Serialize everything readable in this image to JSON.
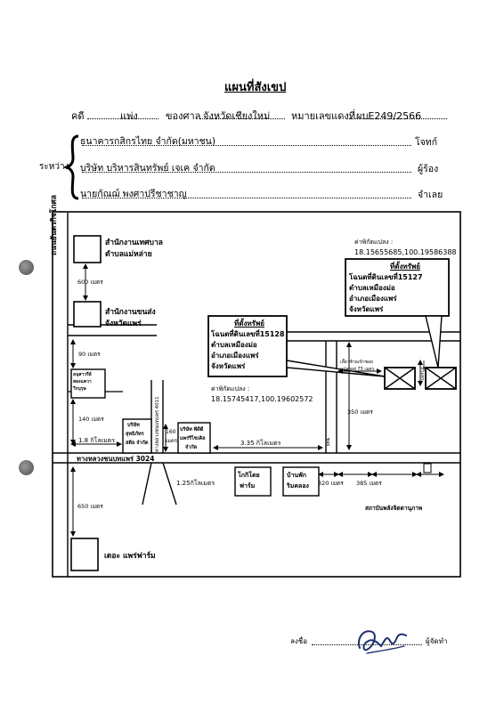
{
  "title": "แผนที่สังเขป",
  "header": {
    "case_label": "คดี",
    "case_type": "แพ่ง",
    "court_label": "ของศาล",
    "court_name": "จังหวัดเชียงใหม่",
    "case_no_label": "หมายเลขแดงที่",
    "case_no": "ผบE249/2566"
  },
  "parties": {
    "between_label": "ระหว่าง",
    "rows": [
      {
        "name": "ธนาคารกสิกรไทย จำกัด(มหาชน)",
        "role": "โจทก์"
      },
      {
        "name": "บริษัท บริหารสินทรัพย์ เจเค จำกัด",
        "role": "ผู้ร้อง"
      },
      {
        "name": "นายกัณฌ์ พงศาปรีชาชาญ",
        "role": "จำเลย"
      }
    ]
  },
  "map": {
    "road_main_vertical": "ถนนยันตรกิจโกศล",
    "office_tessaban": [
      "สำนักงานเทศบาล",
      "ตำบลแม่หล่าย"
    ],
    "office_transport": [
      "สำนักงานขนส่ง",
      "จังหวัดแพร่"
    ],
    "dist_600": "600 เมตร",
    "dist_90": "90 เมตร",
    "monument": [
      "อนุสาวรีย์",
      "สองแควา",
      "วีรบุรุษ"
    ],
    "dist_140": "140 เมตร",
    "dist_1_8km": "1.8 กิโลเมตร",
    "company_sutthipat": [
      "บริษัท",
      "สุทธิภัทร",
      "สตีล จำกัด"
    ],
    "road_4011": "ทางหลวงชนบทแพร่ 4011",
    "dist_160": [
      "160",
      "เมตร"
    ],
    "company_pdd": [
      "บริษัท พีดีดี",
      "แพร่รีไซเคิล",
      "จำกัด"
    ],
    "dist_3_35km": "3.35 กิโลเมตร",
    "road_3024": "ทางหลวงชนบทแพร่ 3024",
    "dist_1_25km": "1.25กิโลเมตร",
    "farm_kokitoy": [
      "โกกิโตย",
      "ฟาร์ม"
    ],
    "home_rimkhlong": [
      "บ้านพัก",
      "ริมคลอง"
    ],
    "dist_320": "320 เมตร",
    "dist_385": "385 เมตร",
    "energy_institute": "สถาบันพลังจิตตานุภาพ",
    "dist_650": "650 เมตร",
    "the_phrae_farm": "เดอะ แพร่ฟาร์ม",
    "coord_label_right": "ค่าพิกัดแปลง :",
    "coord_right": "18.15655685,100.19586388",
    "prop_right_title": "ที่ตั้งทรัพย์",
    "prop_right_lines": [
      "โฉนดที่ดินเลขที่15127",
      "ตำบลเหมืองม่อ",
      "อำเภอเมืองแพร่",
      "จังหวัดแพร่"
    ],
    "prop_left_title": "ที่ตั้งทรัพย์",
    "prop_left_lines": [
      "โฉนดที่ดินเลขที่15128",
      "ตำบลเหมืองม่อ",
      "อำเภอเมืองแพร่",
      "จังหวัดแพร่"
    ],
    "coord_label_left": "ค่าพิกัดแปลง :",
    "coord_left": "18.15745417,100.19602572",
    "note_right_turn": [
      "เลี้ยวซ้ายเข้าซอย",
      "แปลงอยู่ 75 เมตร"
    ],
    "dist_5m": "5 เมตร",
    "dist_350": "350 เมตร",
    "soi_label": "ซอย"
  },
  "signature": {
    "sign_label": "ลงชื่อ",
    "role": "ผู้จัดทำ"
  }
}
